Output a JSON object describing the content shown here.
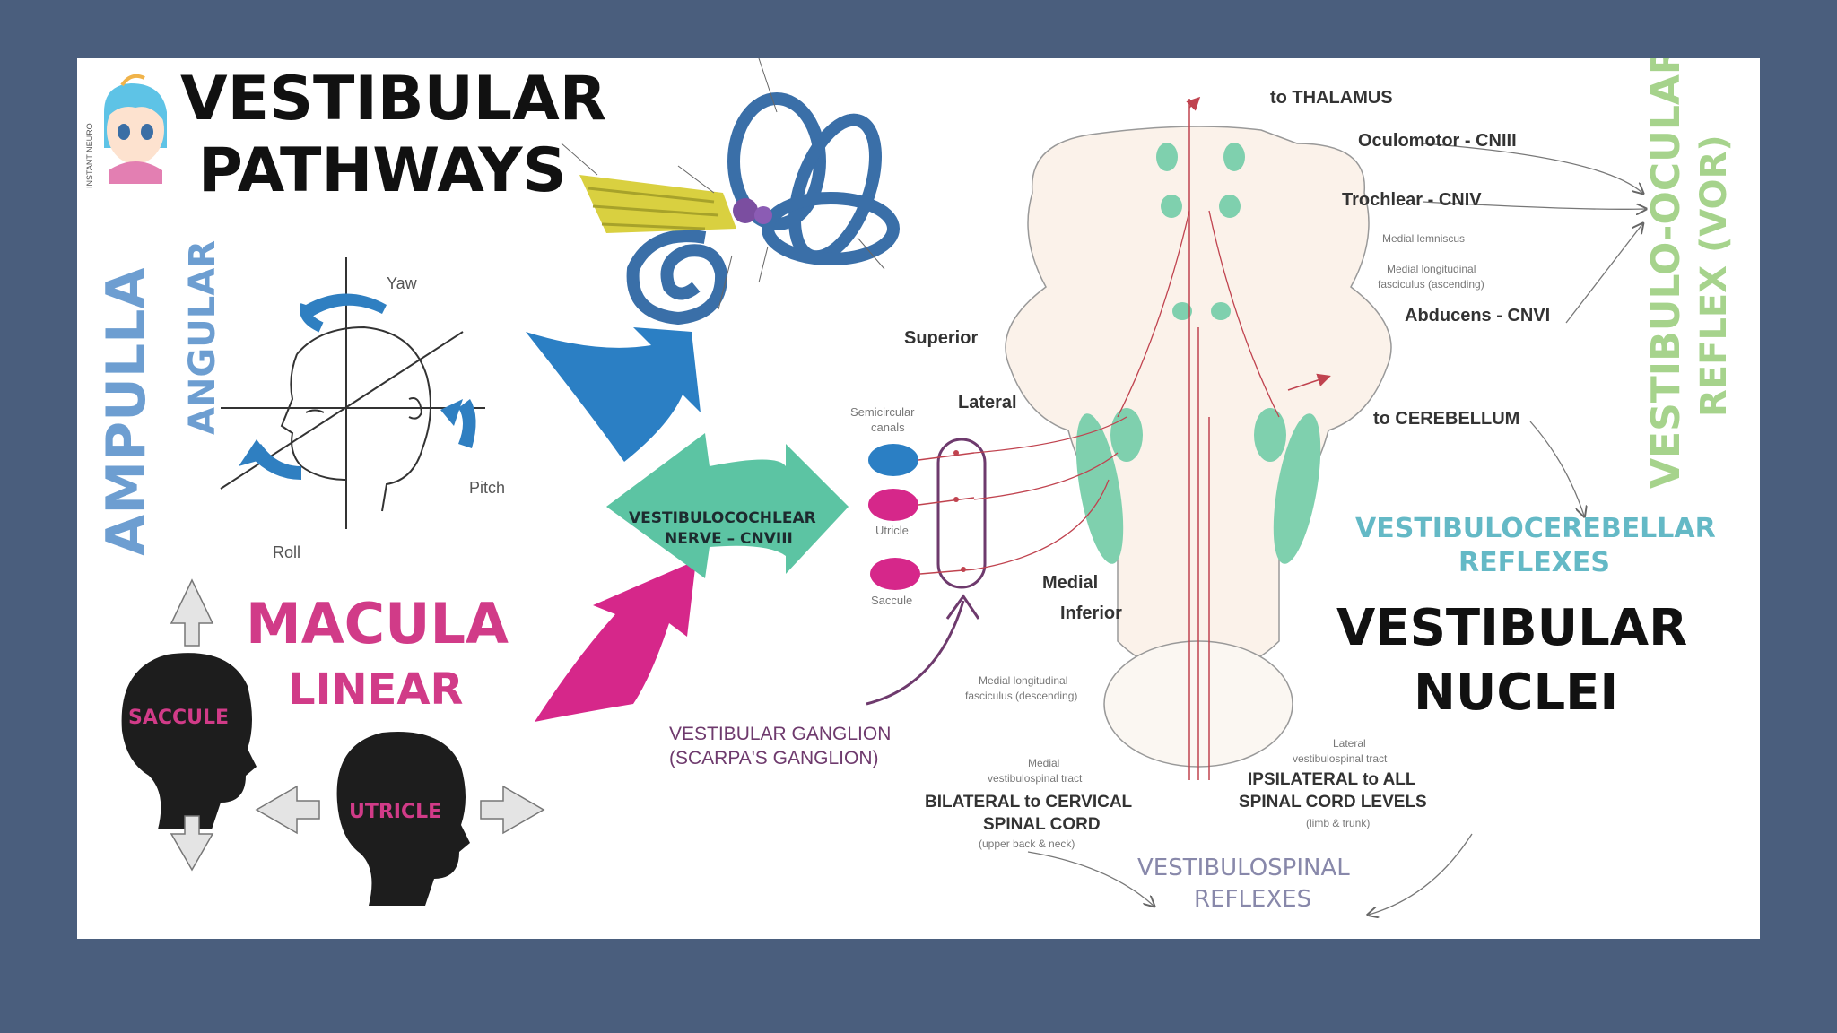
{
  "title": {
    "line1": "VESTIBULAR",
    "line2": "PATHWAYS"
  },
  "logo_text": "INSTANT NEURO",
  "left": {
    "ampulla": "AMPULLA",
    "angular": "ANGULAR",
    "yaw": "Yaw",
    "pitch": "Pitch",
    "roll": "Roll",
    "macula": "MACULA",
    "linear": "LINEAR",
    "saccule": "SACCULE",
    "utricle": "UTRICLE"
  },
  "center": {
    "nerve_line1": "VESTIBULOCOCHLEAR",
    "nerve_line2": "NERVE – CNVIII",
    "semicircular_line1": "Semicircular",
    "semicircular_line2": "canals",
    "utricle_small": "Utricle",
    "saccule_small": "Saccule",
    "ganglion_line1": "VESTIBULAR GANGLION",
    "ganglion_line2": "(SCARPA'S GANGLION)"
  },
  "nuclei": {
    "superior": "Superior",
    "lateral": "Lateral",
    "medial": "Medial",
    "inferior": "Inferior",
    "heading_line1": "VESTIBULAR",
    "heading_line2": "NUCLEI"
  },
  "right": {
    "thalamus": "to THALAMUS",
    "oculomotor": "Oculomotor - CNIII",
    "trochlear": "Trochlear - CNIV",
    "medial_lemniscus": "Medial lemniscus",
    "mlf_asc_line1": "Medial longitudinal",
    "mlf_asc_line2": "fasciculus (ascending)",
    "abducens": "Abducens - CNVI",
    "cerebellum": "to CEREBELLUM",
    "vor_line1": "VESTIBULO-OCULAR",
    "vor_line2": "REFLEX (VOR)",
    "vc_line1": "VESTIBULOCEREBELLAR",
    "vc_line2": "REFLEXES",
    "mlf_desc_line1": "Medial longitudinal",
    "mlf_desc_line2": "fasciculus (descending)",
    "medial_tract_line1": "Medial",
    "medial_tract_line2": "vestibulospinal tract",
    "bilateral_line1": "BILATERAL to CERVICAL",
    "bilateral_line2": "SPINAL CORD",
    "bilateral_note": "(upper back & neck)",
    "lateral_tract_line1": "Lateral",
    "lateral_tract_line2": "vestibulospinal tract",
    "ipsilateral_line1": "IPSILATERAL to ALL",
    "ipsilateral_line2": "SPINAL CORD LEVELS",
    "ipsilateral_note": "(limb & trunk)",
    "vs_line1": "VESTIBULOSPINAL",
    "vs_line2": "REFLEXES"
  },
  "colors": {
    "background": "#4a5e7d",
    "panel": "#ffffff",
    "pink": "#d13b88",
    "teal": "#64b9c6",
    "green": "#a6d38c",
    "blue_arrow": "#2b7fc4",
    "teal_arrow": "#5cc4a3",
    "magenta_arrow": "#d6278a",
    "tract_red": "#c0434f"
  }
}
